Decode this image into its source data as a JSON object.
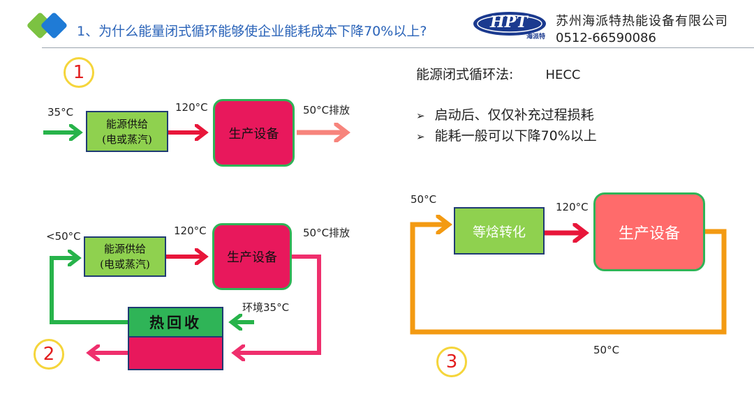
{
  "header": {
    "title": "1、为什么能量闭式循环能够使企业能耗成本下降70%以上?",
    "logo_text": "HPT",
    "logo_sub": "海派特",
    "company": "苏州海派特热能设备有限公司",
    "phone": "0512-66590086"
  },
  "method": {
    "label": "能源闭式循环法:",
    "code": "HECC",
    "bullets": [
      "启动后、仅仅补充过程损耗",
      "能耗一般可以下降70%以上"
    ]
  },
  "diagram1": {
    "number": "1",
    "temp_in": "35°C",
    "supply_box_line1": "能源供给",
    "supply_box_line2": "(电或蒸汽)",
    "temp_mid": "120°C",
    "production_box": "生产设备",
    "temp_out": "50°C排放"
  },
  "diagram2": {
    "number": "2",
    "temp_in": "<50°C",
    "supply_box_line1": "能源供给",
    "supply_box_line2": "(电或蒸汽)",
    "temp_mid": "120°C",
    "production_box": "生产设备",
    "temp_out": "50°C排放",
    "ambient": "环境35°C",
    "recovery_box": "热回收"
  },
  "diagram3": {
    "number": "3",
    "temp_in": "50°C",
    "converter_box": "等焓转化",
    "temp_mid": "120°C",
    "production_box": "生产设备",
    "temp_return": "50°C"
  },
  "colors": {
    "title_blue": "#2a63b8",
    "green_box": "#8fd14f",
    "magenta": "#e8185c",
    "salmon": "#ff6b6b",
    "orange": "#f39a12",
    "arrow_green": "#27b34a",
    "arrow_red": "#e8163a",
    "arrow_pink": "#f7847c"
  }
}
